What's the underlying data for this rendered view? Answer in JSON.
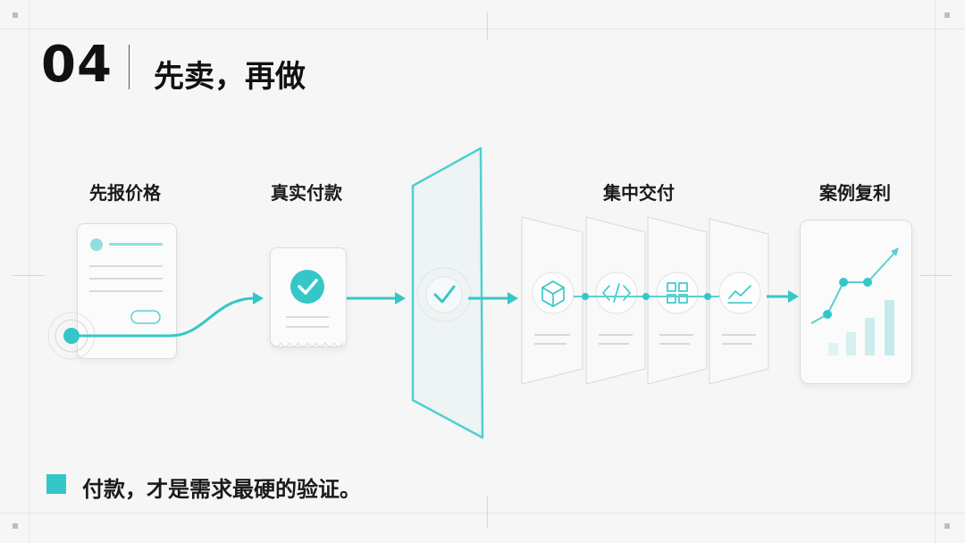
{
  "header": {
    "number": "04",
    "title": "先卖，再做"
  },
  "steps": [
    {
      "label": "先报价格"
    },
    {
      "label": "真实付款"
    },
    {
      "label": "集中交付"
    },
    {
      "label": "案例复利"
    }
  ],
  "footer": {
    "text": "付款，才是需求最硬的验证。"
  },
  "icons": {
    "check": "check-icon",
    "cube": "cube-icon",
    "code": "code-icon",
    "grid": "grid-icon",
    "chart": "line-chart-icon"
  },
  "colors": {
    "accent": "#35c7c7",
    "accent_light": "#7fd9d9"
  }
}
